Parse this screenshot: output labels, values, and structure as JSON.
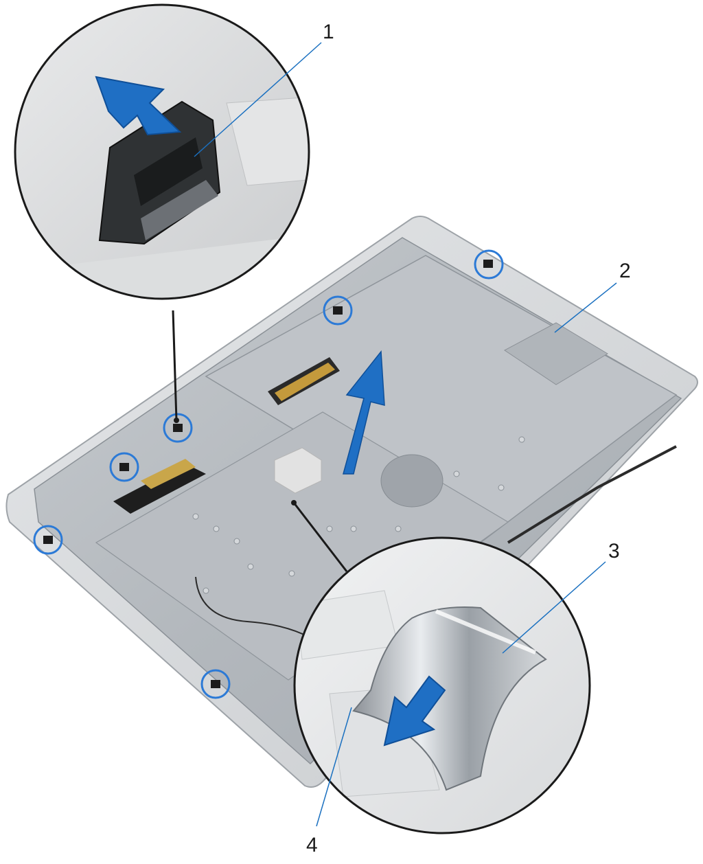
{
  "callouts": [
    {
      "id": "1",
      "label": "1"
    },
    {
      "id": "2",
      "label": "2"
    },
    {
      "id": "3",
      "label": "3"
    },
    {
      "id": "4",
      "label": "4"
    }
  ],
  "colors": {
    "arrow": "#1f6fc4",
    "leader": "#1a70c0",
    "frame_metal": "#b7bcc1",
    "bezel": "#d6d8da",
    "highlight_ring": "#2c7ad6"
  }
}
